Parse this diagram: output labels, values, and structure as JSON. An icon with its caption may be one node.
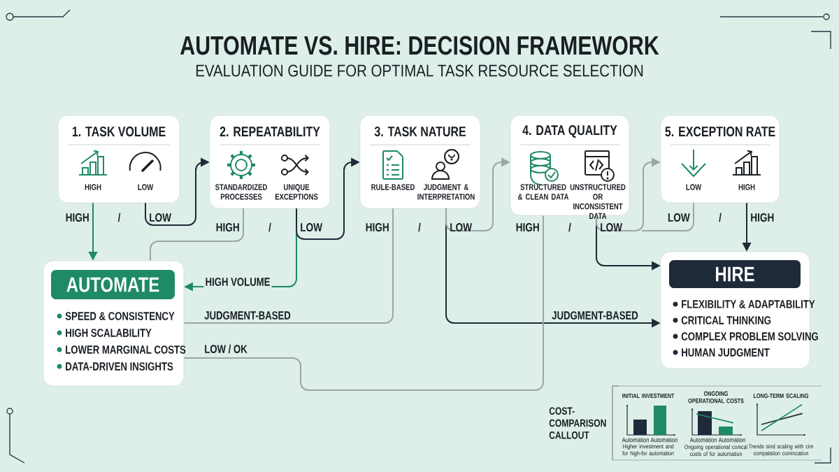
{
  "diagram": {
    "title": "AUTOMATE VS. HIRE: DECISION FRAMEWORK",
    "nodes": [
      {
        "text": [
          "1. TASK VOLUME",
          "HIGH",
          "LOW"
        ]
      },
      {
        "text": [
          "2. REPEATABILITY",
          "STANDARDIZED PROCESSES",
          "UNIQUE EXCEPTIONS"
        ]
      },
      {
        "text": [
          "3. TASK NATURE",
          "RULE-BASED",
          "JUDGMENT & INTERPRETATION"
        ]
      },
      {
        "text": [
          "4. DATA QUALITY",
          "STRUCTURED & CLEAN DATA",
          "UNSTRUCTURED OR INCONSISTENT DATA"
        ]
      },
      {
        "text": [
          "5. EXCEPTION RATE",
          "LOW",
          "HIGH"
        ]
      },
      {
        "text": [
          "AUTOMATE",
          "SPEED & CONSISTENCY",
          "HIGH SCALABILITY",
          "LOWER MARGINAL COSTS",
          "DATA-DRIVEN INSIGHTS"
        ]
      },
      {
        "text": [
          "HIRE",
          "FLEXIBILITY & ADAPTABILITY",
          "CRITICAL THINKING",
          "COMPLEX PROBLEM SOLVING",
          "HUMAN JUDGMENT"
        ]
      },
      {
        "text": [
          "COST-COMPARISON CALLOUT",
          "INITIAL INVESTMENT",
          "Automation",
          "Automation",
          "Higher investment and for high-for automation",
          "ONGOING OPERATIONAL COSTS",
          "Automation",
          "Automation",
          "Ongoing operational conical costs of for automation",
          "LONG-TERM SCALING",
          "Trends sind scaling with cim compalstion coinincation"
        ]
      }
    ],
    "edges": [
      {
        "from": 0,
        "to": 5,
        "arrow": "to",
        "color": "#1e8a66"
      },
      {
        "from": 0,
        "to": 1,
        "arrow": "to",
        "color": "#1f2a38"
      },
      {
        "from": 1,
        "to": 5,
        "arrow": "none",
        "color": "#9ea5a5"
      },
      {
        "from": 1,
        "to": 5,
        "arrow": "to",
        "label": "HIGH VOLUME",
        "color": "#1e8a66"
      },
      {
        "from": 1,
        "to": 2,
        "arrow": "to",
        "color": "#1f2a38"
      },
      {
        "from": 2,
        "to": 5,
        "arrow": "none",
        "label": "JUDGMENT-BASED",
        "color": "#9ea5a5"
      },
      {
        "from": 2,
        "to": 6,
        "arrow": "to",
        "label": "JUDGMENT-BASED",
        "color": "#1f2a38"
      },
      {
        "from": 2,
        "to": 3,
        "arrow": "to",
        "color": "#9ea5a5"
      },
      {
        "from": 3,
        "to": 5,
        "arrow": "none",
        "label": "LOW / OK",
        "color": "#9ea5a5"
      },
      {
        "from": 3,
        "to": 6,
        "arrow": "to",
        "color": "#1f2a38"
      },
      {
        "from": 3,
        "to": 4,
        "arrow": "to",
        "color": "#9ea5a5"
      },
      {
        "from": 4,
        "to": null,
        "arrow": "none",
        "color": "#9ea5a5"
      },
      {
        "from": 4,
        "to": 6,
        "arrow": "to",
        "color": "#1f2a38"
      }
    ],
    "labels": [
      "EVALUATION GUIDE FOR OPTIMAL TASK RESOURCE SELECTION",
      "HIGH",
      "/",
      "LOW",
      "HIGH",
      "/",
      "LOW",
      "HIGH",
      "/",
      "LOW",
      "HIGH",
      "/",
      "LOW",
      "LOW",
      "/",
      "HIGH"
    ]
  }
}
